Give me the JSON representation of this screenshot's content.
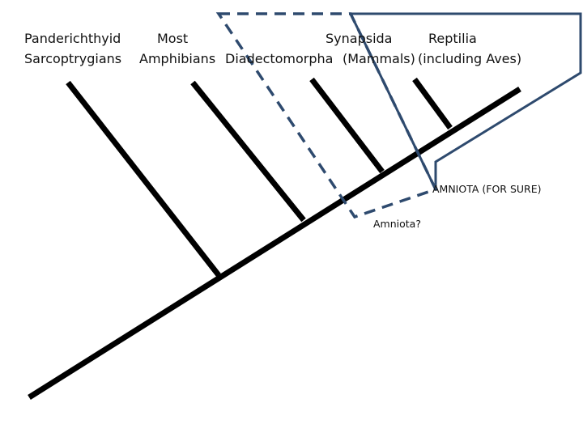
{
  "taxa": [
    {
      "line1": "Panderichthyid",
      "line2": "Sarcoptrygians"
    },
    {
      "line1": "Most",
      "line2": "Amphibians"
    },
    {
      "line1": "",
      "line2": "Diadectomorpha"
    },
    {
      "line1": "Synapsida",
      "line2": "(Mammals)"
    },
    {
      "line1": "Reptilia",
      "line2": "(including Aves)"
    }
  ],
  "annotations": {
    "certain": "AMNIOTA (FOR SURE)",
    "uncertain": "Amniota?"
  },
  "colors": {
    "tree": "#000000",
    "box": "#2e4a6e",
    "text": "#111111"
  }
}
